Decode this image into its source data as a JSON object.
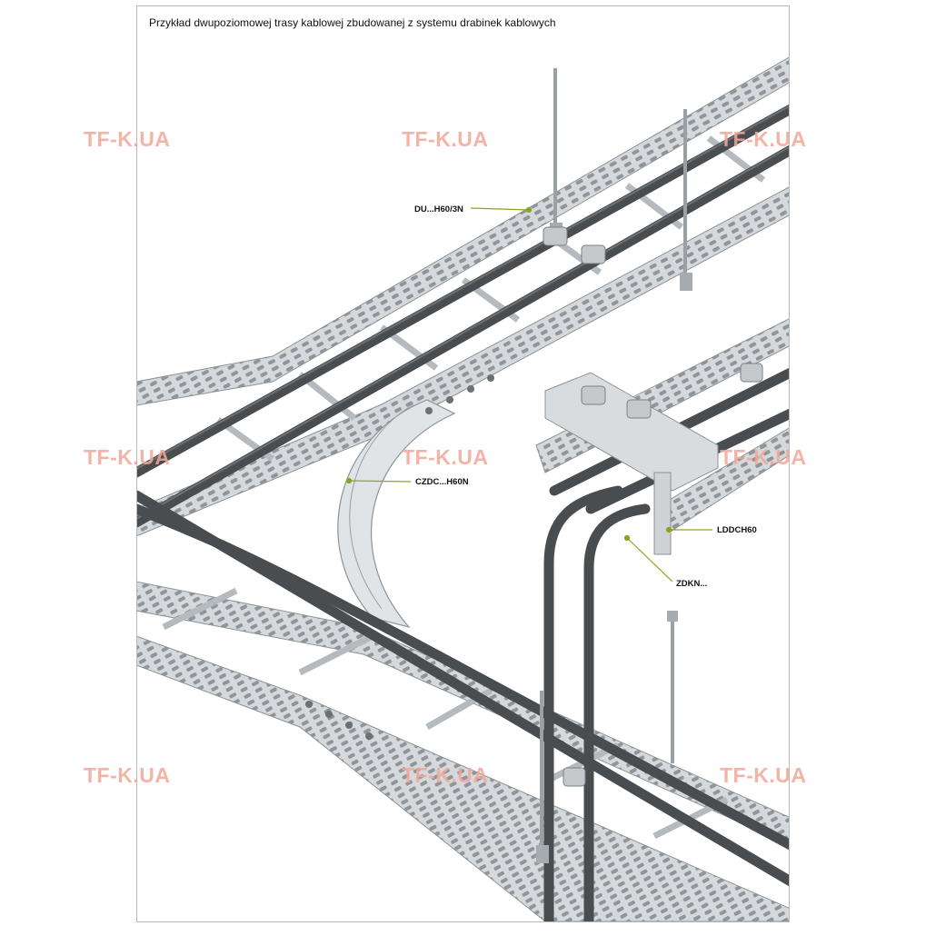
{
  "title": "Przykład dwupoziomowej trasy kablowej zbudowanej z systemu drabinek kablowych",
  "callouts": [
    {
      "id": "du",
      "label": "DU...H60/3N"
    },
    {
      "id": "czdc",
      "label": "CZDC...H60N"
    },
    {
      "id": "lddch",
      "label": "LDDCH60"
    },
    {
      "id": "zdkn",
      "label": "ZDKN..."
    }
  ],
  "watermark": "TF-K.UA",
  "colors": {
    "metal": "#cfd3d6",
    "metal_dark": "#8d9296",
    "cable": "#4a4d50",
    "leader": "#8aa61e",
    "watermark": "#f2a898"
  }
}
